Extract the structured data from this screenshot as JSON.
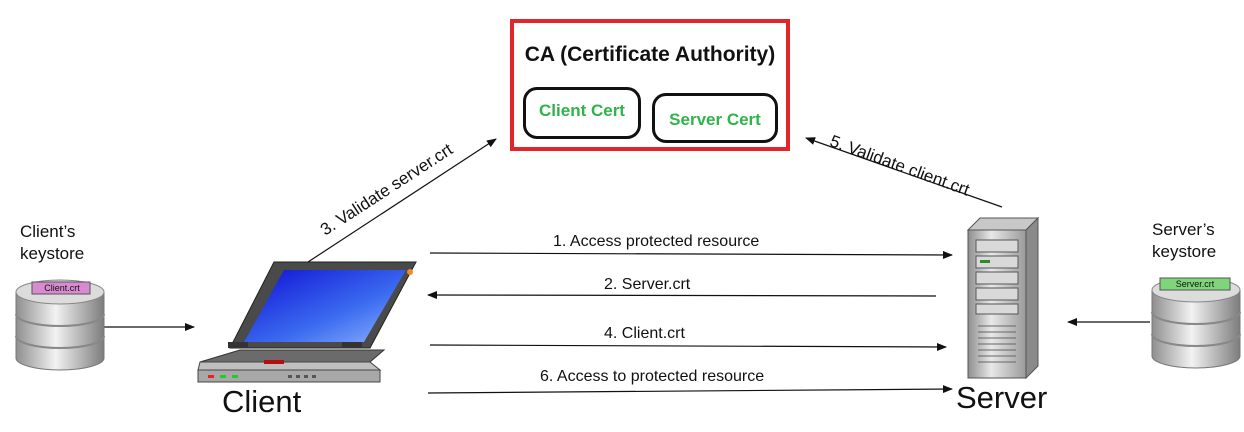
{
  "ca": {
    "title": "CA (Certificate Authority)",
    "client_cert": "Client Cert",
    "server_cert": "Server Cert",
    "border_color": "#e2242b",
    "cert_text_color": "#2fb34a"
  },
  "client": {
    "label": "Client",
    "keystore_label_line1": "Client’s",
    "keystore_label_line2": "keystore",
    "keystore_tag": "Client.crt",
    "keystore_tag_color": "#d98bd1"
  },
  "server": {
    "label": "Server",
    "keystore_label_line1": "Server’s",
    "keystore_label_line2": "keystore",
    "keystore_tag": "Server.crt",
    "keystore_tag_color": "#7fd67a"
  },
  "steps": {
    "step1": "1.  Access protected resource",
    "step2": "2. Server.crt",
    "step3": "3. Validate server.crt",
    "step4": "4. Client.crt",
    "step5": "5. Validate client.crt",
    "step6": "6. Access to protected resource"
  },
  "icons": {
    "laptop": "laptop-icon",
    "server": "server-tower-icon",
    "database": "database-icon"
  }
}
